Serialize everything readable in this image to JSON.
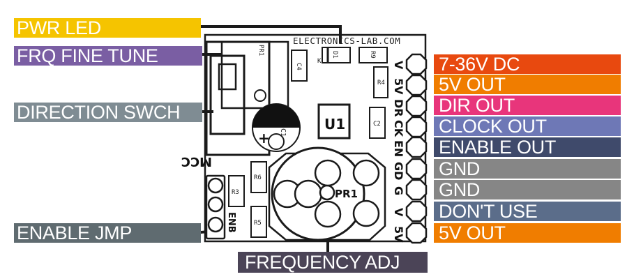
{
  "labels": {
    "pwr_led": "PWR LED",
    "frq_fine_tune": "FRQ FINE TUNE",
    "direction_swch": "DIRECTION SWCH",
    "enable_jmp": "ENABLE JMP",
    "frequency_adj": "FREQUENCY ADJ",
    "pins": [
      {
        "text": "7-36V DC",
        "color": "#e8490f"
      },
      {
        "text": "5V OUT",
        "color": "#f07d00"
      },
      {
        "text": "DIR OUT",
        "color": "#e8357b"
      },
      {
        "text": "CLOCK OUT",
        "color": "#6e78b6"
      },
      {
        "text": "ENABLE OUT",
        "color": "#3f4a6b"
      },
      {
        "text": "GND",
        "color": "#868686"
      },
      {
        "text": "GND",
        "color": "#868686"
      },
      {
        "text": "DON'T USE",
        "color": "#5b6d8a"
      },
      {
        "text": "5V OUT",
        "color": "#f07d00"
      }
    ]
  },
  "colors": {
    "pwr_led": "#f5c400",
    "frq_fine_tune": "#7a5ea3",
    "direction_swch": "#7f8c93",
    "enable_jmp": "#5f6b70",
    "frequency_adj": "#4b4457"
  },
  "board": {
    "site": "ELECTRONICS-LAB.COM",
    "pr1_top": "PR1",
    "pr1": "PR1",
    "c4": "C4",
    "d1": "D1",
    "k": "K",
    "r9": "R9",
    "r4": "R4",
    "c2": "C2",
    "u1": "U1",
    "c1": "C1",
    "r6": "R6",
    "r3": "R3",
    "r5": "R5",
    "ccw": "MCC",
    "enb": "ENB",
    "plus": "+",
    "pin_codes": [
      "V",
      "5V",
      "DR",
      "CK",
      "EN",
      "GD",
      "G",
      "V",
      "5V"
    ]
  }
}
